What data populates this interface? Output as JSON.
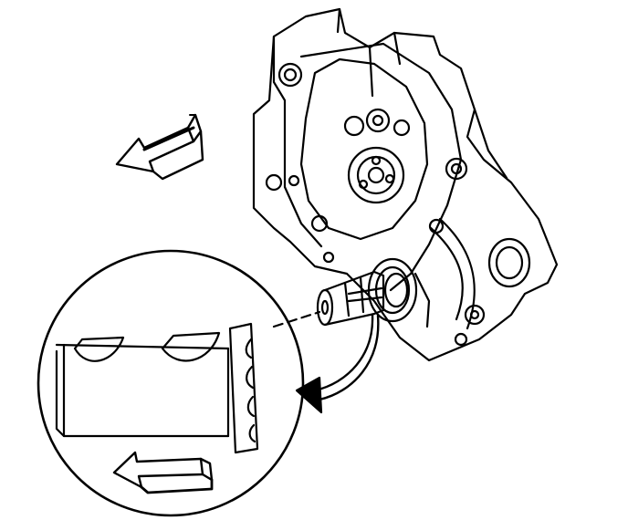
{
  "figure": {
    "line_color": "#000000",
    "background": "#ffffff",
    "components": [
      {
        "name": "engine-block-front-cover",
        "icon": "engine-cover-icon"
      },
      {
        "name": "crankshaft-nose",
        "icon": "crankshaft-icon"
      },
      {
        "name": "seal-installer-tool",
        "icon": "installer-tool-icon"
      },
      {
        "name": "oil-seal",
        "icon": "seal-icon"
      },
      {
        "name": "detail-magnifier",
        "icon": "magnifier-circle-icon"
      },
      {
        "name": "direction-arrows",
        "icon": "arrow-left-icon"
      }
    ]
  }
}
